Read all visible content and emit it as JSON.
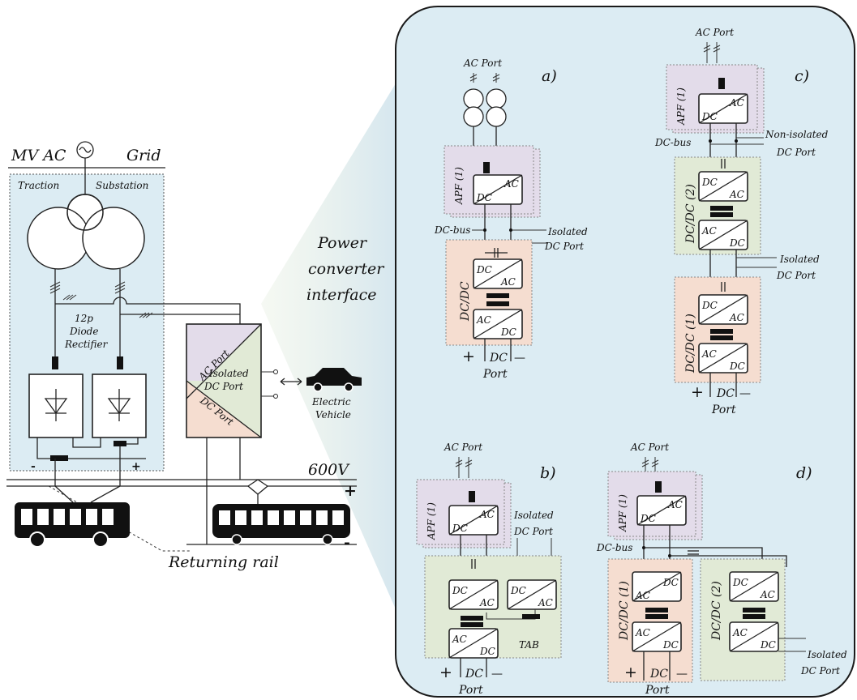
{
  "grid": {
    "mv_ac": "MV AC",
    "grid": "Grid",
    "traction": "Traction",
    "substation": "Substation",
    "rectifier_line1": "12p",
    "rectifier_line2": "Diode",
    "rectifier_line3": "Rectifier",
    "minus": "-",
    "plus": "+"
  },
  "rail": {
    "voltage": "600V",
    "plus": "+",
    "minus": "-",
    "returning_rail": "Returning rail"
  },
  "central_converter": {
    "ac_port": "AC Port",
    "isolated_line1": "Isolated",
    "isolated_line2": "DC Port",
    "dc_port": "DC Port",
    "ev_line1": "Electric",
    "ev_line2": "Vehicle"
  },
  "title": {
    "line1": "Power",
    "line2": "converter",
    "line3": "interface"
  },
  "common": {
    "ac_port": "AC Port",
    "dc": "DC",
    "ac": "AC",
    "dc_bus": "DC-bus",
    "isolated": "Isolated",
    "dc_port": "DC Port",
    "port": "Port",
    "plus": "+",
    "minus": "—"
  },
  "panel_a": {
    "tag": "a)",
    "apf": "APF (1)",
    "dcdc": "DC/DC"
  },
  "panel_b": {
    "tag": "b)",
    "apf": "APF (1)",
    "tab": "TAB"
  },
  "panel_c": {
    "tag": "c)",
    "apf": "APF (1)",
    "non_isolated": "Non-isolated",
    "dcdc2": "DC/DC (2)",
    "dcdc1": "DC/DC (1)"
  },
  "panel_d": {
    "tag": "d)",
    "apf": "APF (1)",
    "dcdc1": "DC/DC (1)",
    "dcdc2": "DC/DC (2)"
  },
  "colors": {
    "blue_bg": "#dcecf3",
    "purple": "#e3dcea",
    "green": "#e1ead6",
    "orange": "#f5ddd0"
  }
}
